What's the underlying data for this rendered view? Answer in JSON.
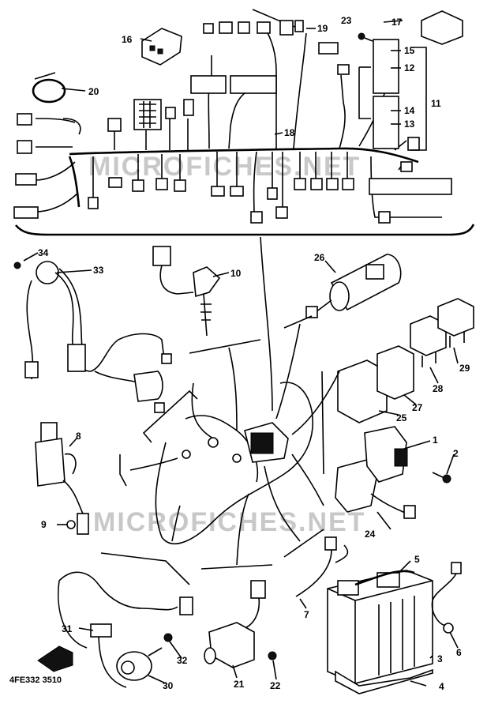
{
  "diagram": {
    "reference_code": "4FE332 3510",
    "watermark_top": "MICROFICHES.NET",
    "watermark_bottom": "MICROFICHES.NET",
    "callouts": [
      {
        "id": "c1",
        "label": "1"
      },
      {
        "id": "c2",
        "label": "2"
      },
      {
        "id": "c3",
        "label": "3"
      },
      {
        "id": "c4",
        "label": "4"
      },
      {
        "id": "c5",
        "label": "5"
      },
      {
        "id": "c6",
        "label": "6"
      },
      {
        "id": "c7",
        "label": "7"
      },
      {
        "id": "c8",
        "label": "8"
      },
      {
        "id": "c9",
        "label": "9"
      },
      {
        "id": "c10",
        "label": "10"
      },
      {
        "id": "c11",
        "label": "11"
      },
      {
        "id": "c12",
        "label": "12"
      },
      {
        "id": "c13",
        "label": "13"
      },
      {
        "id": "c14",
        "label": "14"
      },
      {
        "id": "c15",
        "label": "15"
      },
      {
        "id": "c16",
        "label": "16"
      },
      {
        "id": "c17",
        "label": "17"
      },
      {
        "id": "c18",
        "label": "18"
      },
      {
        "id": "c19",
        "label": "19"
      },
      {
        "id": "c20",
        "label": "20"
      },
      {
        "id": "c21",
        "label": "21"
      },
      {
        "id": "c22",
        "label": "22"
      },
      {
        "id": "c23",
        "label": "23"
      },
      {
        "id": "c24",
        "label": "24"
      },
      {
        "id": "c25",
        "label": "25"
      },
      {
        "id": "c26",
        "label": "26"
      },
      {
        "id": "c27",
        "label": "27"
      },
      {
        "id": "c28",
        "label": "28"
      },
      {
        "id": "c29",
        "label": "29"
      },
      {
        "id": "c30",
        "label": "30"
      },
      {
        "id": "c31",
        "label": "31"
      },
      {
        "id": "c32",
        "label": "32"
      },
      {
        "id": "c33",
        "label": "33"
      },
      {
        "id": "c34",
        "label": "34"
      }
    ]
  }
}
